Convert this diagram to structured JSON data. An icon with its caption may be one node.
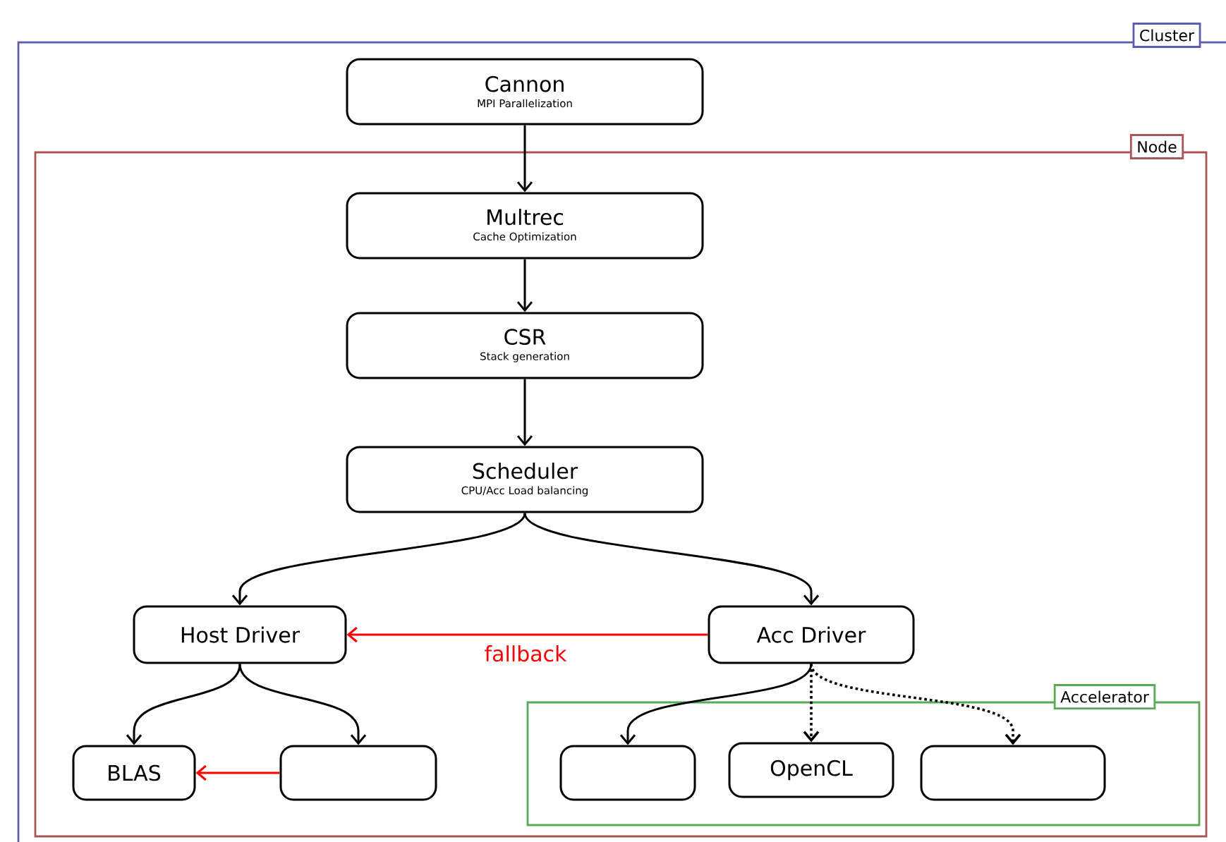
{
  "diagram": {
    "nodes": [
      {
        "text": [
          "Cluster"
        ]
      },
      {
        "text": [
          "Cannon",
          "MPI Parallelization"
        ],
        "in": 0
      },
      {
        "text": [
          "Node"
        ],
        "in": 0
      },
      {
        "text": [
          "Multrec",
          "Cache Optimization"
        ],
        "in": 2
      },
      {
        "text": [
          "CSR",
          "Stack generation"
        ],
        "in": 2
      },
      {
        "text": [
          "Scheduler",
          "CPU/Acc Load balancing"
        ],
        "in": 2
      },
      {
        "text": [
          "Host Driver"
        ],
        "in": 2
      },
      {
        "text": [
          "Acc Driver"
        ],
        "in": 2
      },
      {
        "text": [
          "BLAS"
        ],
        "in": 2
      },
      {
        "text": [],
        "shape": "box",
        "in": 2
      },
      {
        "text": [
          "Accelerator"
        ],
        "in": 2
      },
      {
        "text": [],
        "shape": "box",
        "in": 10
      },
      {
        "text": [
          "OpenCL"
        ],
        "in": 10
      },
      {
        "text": [],
        "shape": "box",
        "in": 10
      }
    ],
    "edges": [
      {
        "from": 1,
        "to": 3,
        "arrow": "to"
      },
      {
        "from": 3,
        "to": 4,
        "arrow": "to"
      },
      {
        "from": 4,
        "to": 5,
        "arrow": "to"
      },
      {
        "from": 5,
        "to": 6,
        "arrow": "to"
      },
      {
        "from": 5,
        "to": 7,
        "arrow": "to"
      },
      {
        "from": 7,
        "to": 6,
        "arrow": "to",
        "label": "fallback",
        "color": "#ff0000"
      },
      {
        "from": 6,
        "to": 8,
        "arrow": "to"
      },
      {
        "from": 6,
        "to": 9,
        "arrow": "to"
      },
      {
        "from": 9,
        "to": 8,
        "arrow": "to",
        "color": "#ff0000"
      },
      {
        "from": 7,
        "to": 11,
        "arrow": "to"
      },
      {
        "from": 7,
        "to": 12,
        "arrow": "to",
        "style": "dashed"
      },
      {
        "from": 7,
        "to": 13,
        "arrow": "to",
        "style": "dashed"
      }
    ]
  }
}
